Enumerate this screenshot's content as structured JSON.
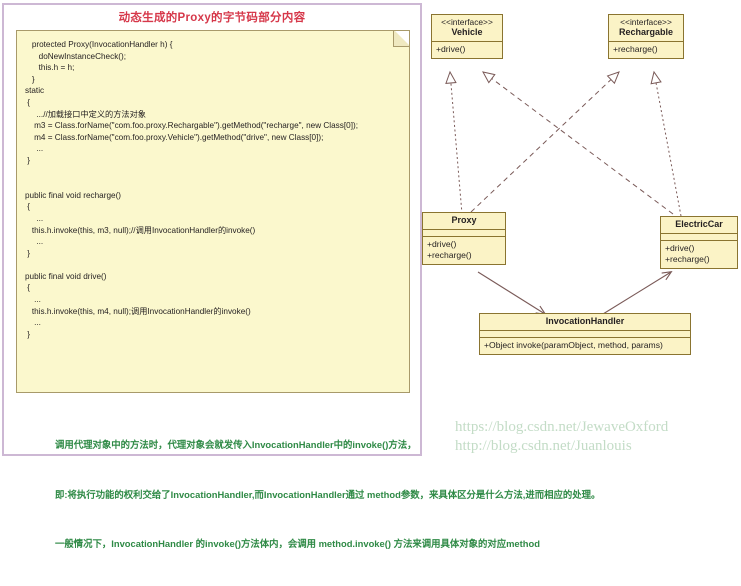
{
  "note": {
    "title": "动态生成的Proxy的字节码部分内容",
    "code": "   protected Proxy(InvocationHandler h) {\n      doNewInstanceCheck();\n      this.h = h;\n   }\nstatic\n {\n     ...//加载接口中定义的方法对象\n    m3 = Class.forName(\"com.foo.proxy.Rechargable\").getMethod(\"recharge\", new Class[0]);\n    m4 = Class.forName(\"com.foo.proxy.Vehicle\").getMethod(\"drive\", new Class[0]);\n     ...\n }\n\n\npublic final void recharge()\n {\n     ...\n   this.h.invoke(this, m3, null);//调用InvocationHandler的invoke()\n     ...\n }\n\npublic final void drive()\n {\n    ...\n   this.h.invoke(this, m4, null);调用InvocationHandler的invoke()\n    ...\n }"
  },
  "comments": [
    "调用代理对象中的方法时，代理对象会就发传入InvocationHandler中的invoke()方法，",
    "即:将执行功能的权利交给了InvocationHandler,而InvocationHandler通过 method参数，来具体区分是什么方法,进而相应的处理。",
    "一般情况下，InvocationHandler 的invoke()方法体内，会调用 method.invoke() 方法来调用具体对象的对应method"
  ],
  "watermark": [
    "https://blog.csdn.net/JewaveOxford",
    "http://blog.csdn.net/Juanlouis"
  ],
  "uml": {
    "classes": [
      {
        "id": "vehicle",
        "stereotype": "<<interface>>",
        "name": "Vehicle",
        "attributes": [],
        "operations": [
          "+drive()"
        ]
      },
      {
        "id": "rechargable",
        "stereotype": "<<interface>>",
        "name": "Rechargable",
        "attributes": [],
        "operations": [
          "+recharge()"
        ]
      },
      {
        "id": "proxy",
        "stereotype": "",
        "name": "Proxy",
        "attributes": [],
        "operations": [
          "+drive()",
          "+recharge()"
        ]
      },
      {
        "id": "electriccar",
        "stereotype": "",
        "name": "ElectricCar",
        "attributes": [],
        "operations": [
          "+drive()",
          "+recharge()"
        ]
      },
      {
        "id": "invocationhandler",
        "stereotype": "",
        "name": "InvocationHandler",
        "attributes": [],
        "operations": [
          "+Object invoke(paramObject, method, params)"
        ]
      }
    ],
    "relations": [
      {
        "from": "proxy",
        "to": "vehicle",
        "type": "realization"
      },
      {
        "from": "proxy",
        "to": "rechargable",
        "type": "realization"
      },
      {
        "from": "electriccar",
        "to": "vehicle",
        "type": "realization"
      },
      {
        "from": "electriccar",
        "to": "rechargable",
        "type": "realization"
      },
      {
        "from": "proxy",
        "to": "invocationhandler",
        "type": "association"
      },
      {
        "from": "invocationhandler",
        "to": "electriccar",
        "type": "association"
      }
    ]
  },
  "colors": {
    "note_fill": "#fbf8cd",
    "uml_fill": "#fbf3c6",
    "uml_border": "#8a7430",
    "title_red": "#d6384a",
    "comment_green": "#2f8a46",
    "frame_lavender": "#cdb8d4",
    "connector": "#7a5a58"
  }
}
